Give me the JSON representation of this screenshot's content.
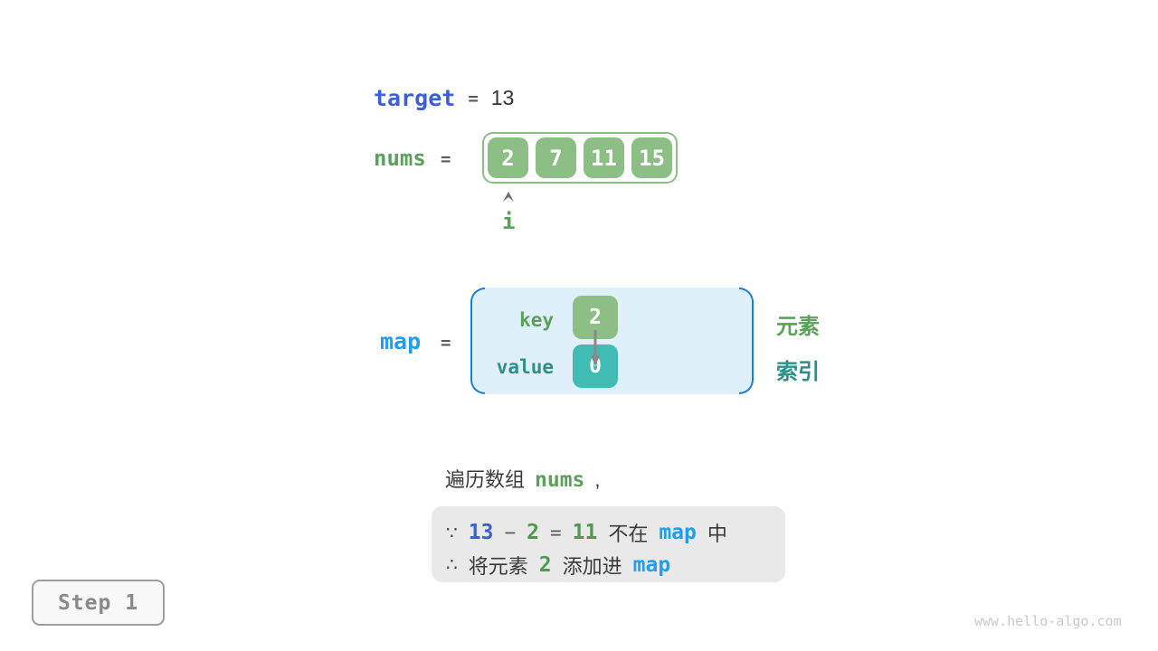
{
  "palette": {
    "cell_green": "#8CBE86",
    "cell_teal": "#41BCB4",
    "text_green": "#5BA05B",
    "text_teal": "#2E8F88",
    "royal_blue": "#3B5FD6",
    "azure_blue": "#1E9FF2",
    "bracket_blue": "#1C7FD8",
    "map_bg": "#DFF0FB",
    "box_gray": "#E9E9E9"
  },
  "target_row": {
    "label": "target",
    "equals": "=",
    "value": "13"
  },
  "nums_row": {
    "label": "nums",
    "equals": "=",
    "cells": [
      "2",
      "7",
      "11",
      "15"
    ],
    "pointer_label": "i"
  },
  "map_row": {
    "label": "map",
    "equals": "=",
    "key_label": "key",
    "key_value": "2",
    "value_label": "value",
    "value_value": "0",
    "legend_element": "元素",
    "legend_index": "索引"
  },
  "caption": {
    "prefix": "遍历数组",
    "code": "nums",
    "comma": ","
  },
  "deduction": {
    "line1": {
      "sym": "∵",
      "n1": "13",
      "minus": "−",
      "n2": "2",
      "eq": "=",
      "n3": "11",
      "t1": "不在",
      "code": "map",
      "t2": "中"
    },
    "line2": {
      "sym": "∴",
      "t1": "将元素",
      "n1": "2",
      "t2": "添加进",
      "code": "map"
    }
  },
  "step_badge": "Step 1",
  "watermark": "www.hello-algo.com"
}
